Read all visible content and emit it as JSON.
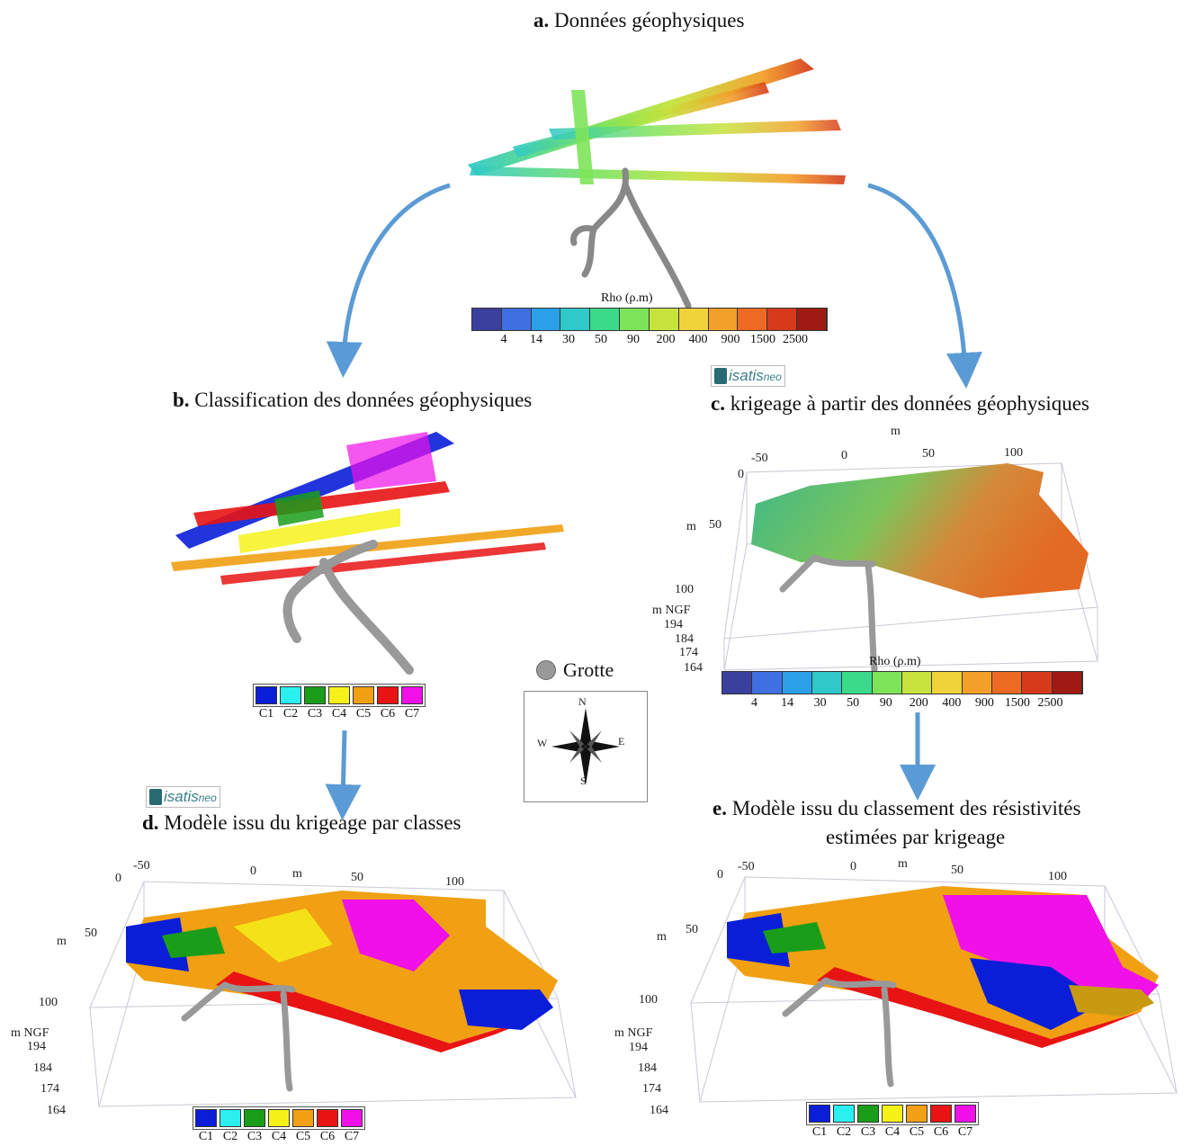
{
  "panels": {
    "a": {
      "letter": "a.",
      "title": "Données géophysiques"
    },
    "b": {
      "letter": "b.",
      "title": "Classification des données géophysiques"
    },
    "c": {
      "letter": "c.",
      "title": "krigeage à partir des données géophysiques"
    },
    "d": {
      "letter": "d.",
      "title": "Modèle issu du krigeage par classes"
    },
    "e": {
      "letter": "e.",
      "title": "Modèle issu du classement des résistivités",
      "title2": "estimées par krigeage"
    }
  },
  "colorbar": {
    "title": "Rho (ρ.m)",
    "ticks": [
      "4",
      "14",
      "30",
      "50",
      "90",
      "200",
      "400",
      "900",
      "1500",
      "2500"
    ],
    "colors": [
      "#3b3f9e",
      "#3f6fe0",
      "#2aa0e8",
      "#2ec9c8",
      "#3bd98a",
      "#7de45a",
      "#c7e23c",
      "#f0d23a",
      "#f2a02a",
      "#ec6a22",
      "#d63a1a",
      "#a01a14"
    ]
  },
  "classes": {
    "labels": [
      "C1",
      "C2",
      "C3",
      "C4",
      "C5",
      "C6",
      "C7"
    ],
    "colors": [
      "#0a1ed8",
      "#2cf0f0",
      "#1a9e1a",
      "#f5f21a",
      "#f0a012",
      "#e81414",
      "#f010e8"
    ]
  },
  "logo_text": "isatis",
  "logo_sub": "neo",
  "cave_legend": "Grotte",
  "compass": {
    "n": "N",
    "s": "S",
    "e": "E",
    "w": "W"
  },
  "axes_3d": {
    "m": "m",
    "x_ticks": [
      "-50",
      "0",
      "50",
      "100"
    ],
    "y_ticks": [
      "0",
      "50",
      "100"
    ],
    "z_label": "m NGF",
    "z_ticks": [
      "194",
      "184",
      "174",
      "164"
    ]
  }
}
